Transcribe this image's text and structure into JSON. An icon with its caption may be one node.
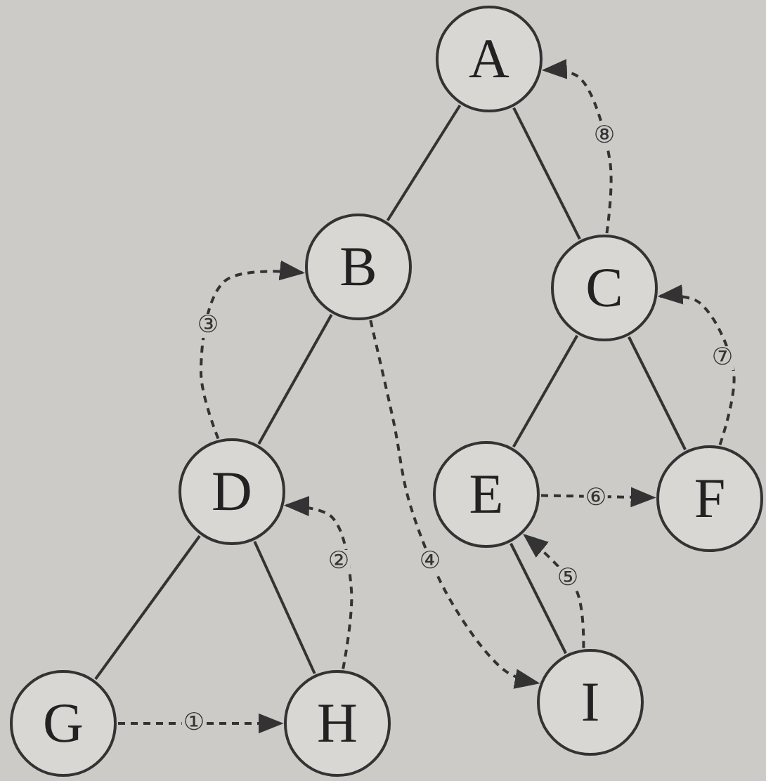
{
  "diagram": {
    "nodes": [
      {
        "text": [
          "A"
        ]
      },
      {
        "text": [
          "B"
        ]
      },
      {
        "text": [
          "C"
        ]
      },
      {
        "text": [
          "D"
        ]
      },
      {
        "text": [
          "E"
        ]
      },
      {
        "text": [
          "F"
        ]
      },
      {
        "text": [
          "G"
        ]
      },
      {
        "text": [
          "H"
        ]
      },
      {
        "text": [
          "I"
        ]
      }
    ],
    "edges": [
      {
        "from": 0,
        "to": 1,
        "arrow": "none"
      },
      {
        "from": 0,
        "to": 2,
        "arrow": "none"
      },
      {
        "from": 1,
        "to": 3,
        "arrow": "none"
      },
      {
        "from": 2,
        "to": 4,
        "arrow": "none"
      },
      {
        "from": 2,
        "to": 5,
        "arrow": "none"
      },
      {
        "from": 3,
        "to": 6,
        "arrow": "none"
      },
      {
        "from": 3,
        "to": 7,
        "arrow": "none"
      },
      {
        "from": 4,
        "to": 8,
        "arrow": "none"
      },
      {
        "from": 6,
        "to": 7,
        "arrow": "to",
        "style": "dashed",
        "label": "①"
      },
      {
        "from": 7,
        "to": 3,
        "arrow": "to",
        "style": "dashed",
        "label": "②"
      },
      {
        "from": 3,
        "to": 1,
        "arrow": "to",
        "style": "dashed",
        "label": "③"
      },
      {
        "from": 1,
        "to": 8,
        "arrow": "to",
        "style": "dashed",
        "label": "④"
      },
      {
        "from": 8,
        "to": 4,
        "arrow": "to",
        "style": "dashed",
        "label": "⑤"
      },
      {
        "from": 4,
        "to": 5,
        "arrow": "to",
        "style": "dashed",
        "label": "⑥"
      },
      {
        "from": 5,
        "to": 2,
        "arrow": "to",
        "style": "dashed",
        "label": "⑦"
      },
      {
        "from": 2,
        "to": 0,
        "arrow": "to",
        "style": "dashed",
        "label": "⑧"
      }
    ]
  }
}
